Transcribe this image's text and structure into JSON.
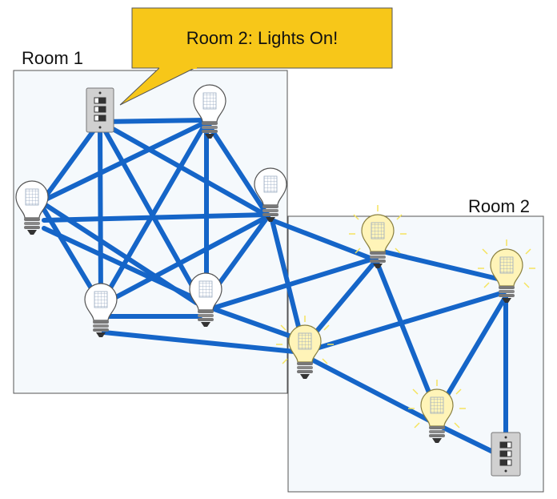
{
  "callout": {
    "text": "Room 2: Lights On!"
  },
  "rooms": [
    {
      "label": "Room 1"
    },
    {
      "label": "Room 2"
    }
  ],
  "colors": {
    "wire": "#1565C8",
    "room_fill": "#F5F9FC",
    "room_border": "#555555",
    "callout_fill": "#F7C719",
    "bulb_off_glass": "#FFFFFF",
    "bulb_on_glass": "#FFF4B8",
    "bulb_glow": "#F5E35E",
    "switch_plate": "#D0D0D0"
  },
  "icons": [
    "light-switch-icon",
    "light-bulb-icon"
  ],
  "room1": {
    "switch": {
      "state": "off"
    },
    "bulbs": [
      {
        "state": "off"
      },
      {
        "state": "off"
      },
      {
        "state": "off"
      },
      {
        "state": "off"
      },
      {
        "state": "off"
      }
    ]
  },
  "room2": {
    "switch": {
      "state": "on"
    },
    "bulbs": [
      {
        "state": "on"
      },
      {
        "state": "on"
      },
      {
        "state": "on"
      },
      {
        "state": "on"
      }
    ]
  }
}
